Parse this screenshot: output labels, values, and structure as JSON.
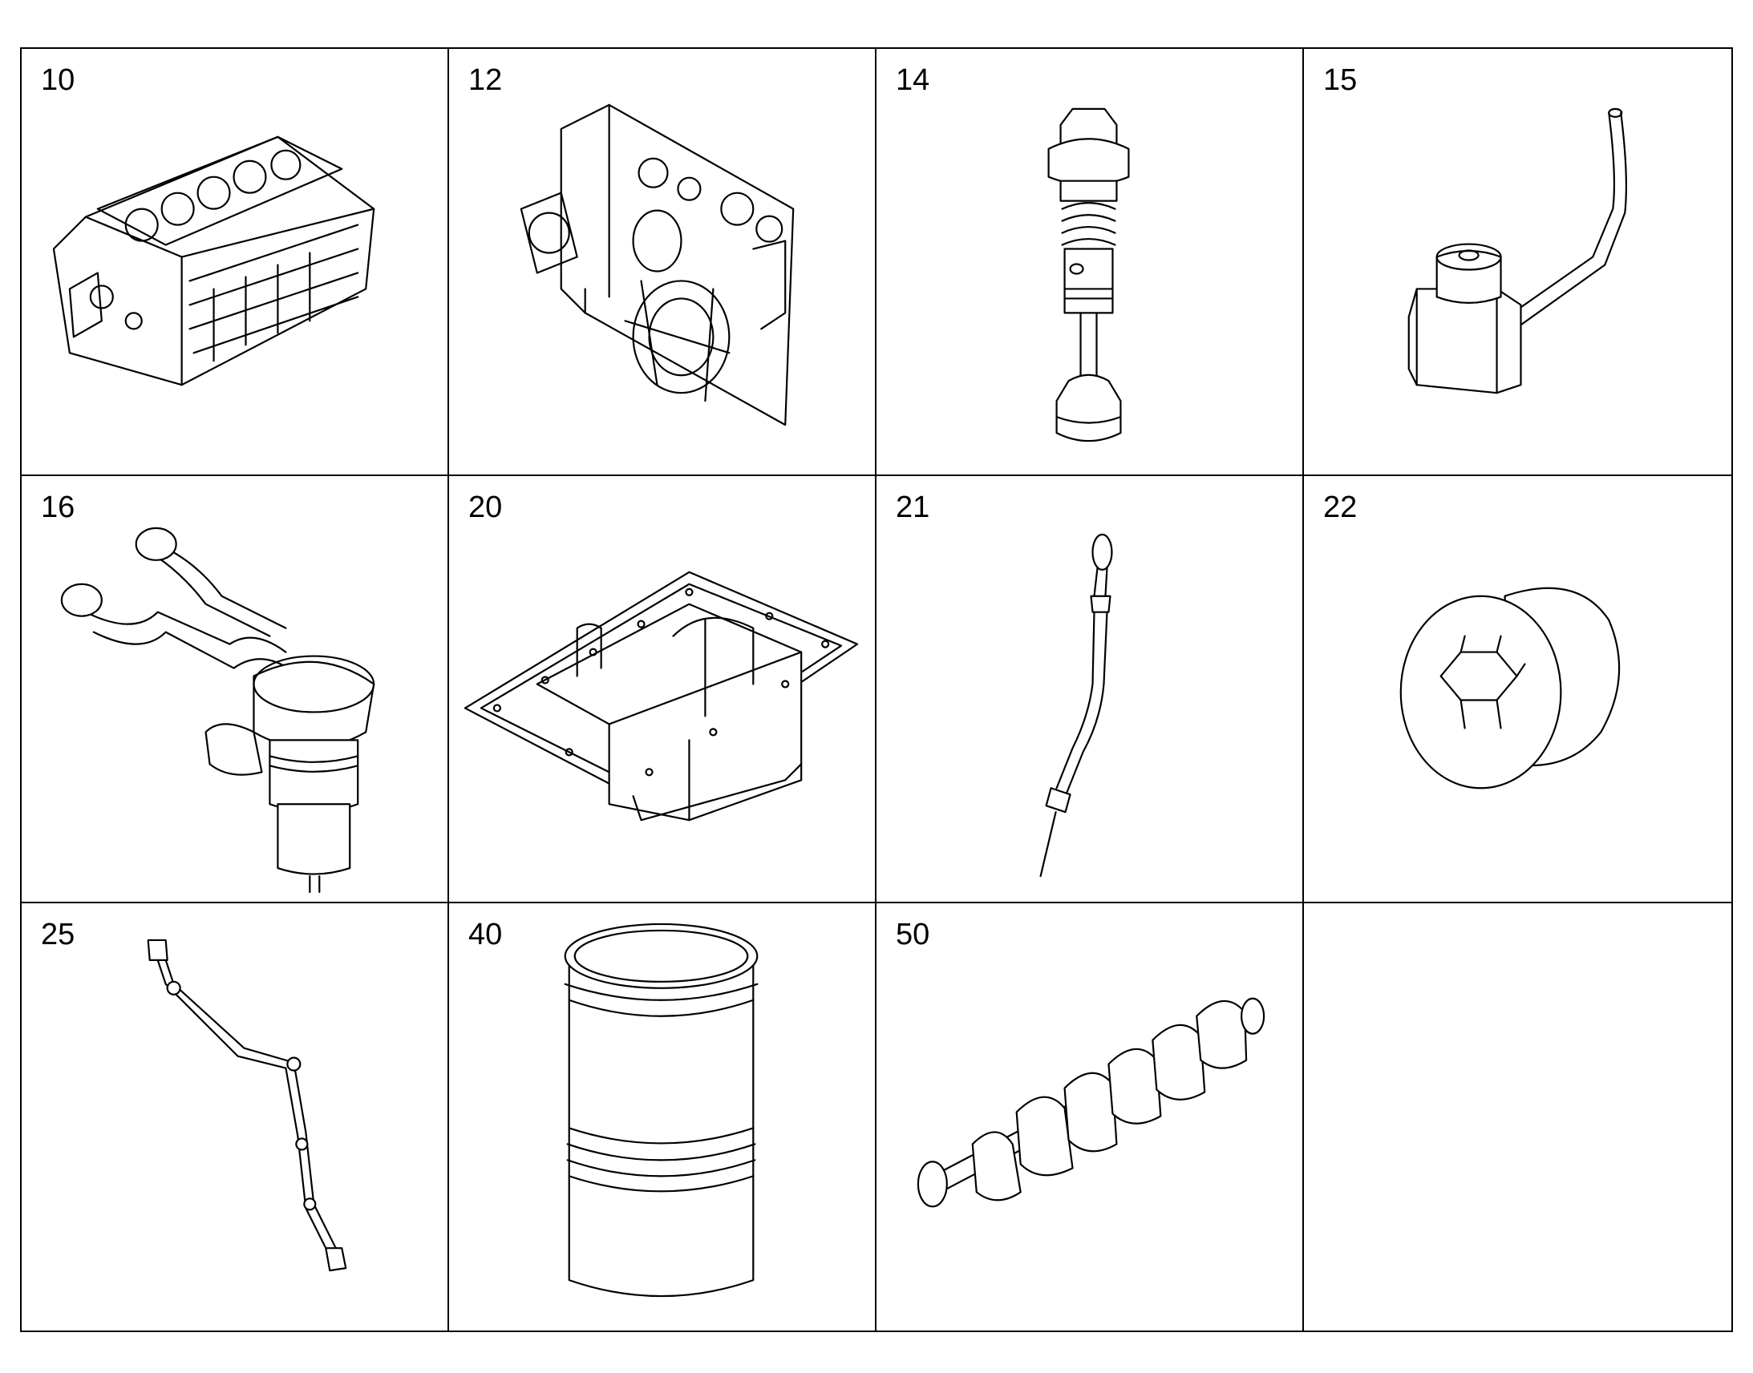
{
  "parts": [
    {
      "number": "10",
      "icon": "engine-block-icon"
    },
    {
      "number": "12",
      "icon": "timing-case-icon"
    },
    {
      "number": "14",
      "icon": "valve-icon"
    },
    {
      "number": "15",
      "icon": "oil-nozzle-icon"
    },
    {
      "number": "16",
      "icon": "oil-separator-icon"
    },
    {
      "number": "20",
      "icon": "oil-pan-icon"
    },
    {
      "number": "21",
      "icon": "dipstick-icon"
    },
    {
      "number": "22",
      "icon": "plug-screw-icon"
    },
    {
      "number": "25",
      "icon": "oil-line-icon"
    },
    {
      "number": "40",
      "icon": "cylinder-liner-icon"
    },
    {
      "number": "50",
      "icon": "crankshaft-icon"
    },
    {
      "number": "",
      "icon": ""
    }
  ]
}
